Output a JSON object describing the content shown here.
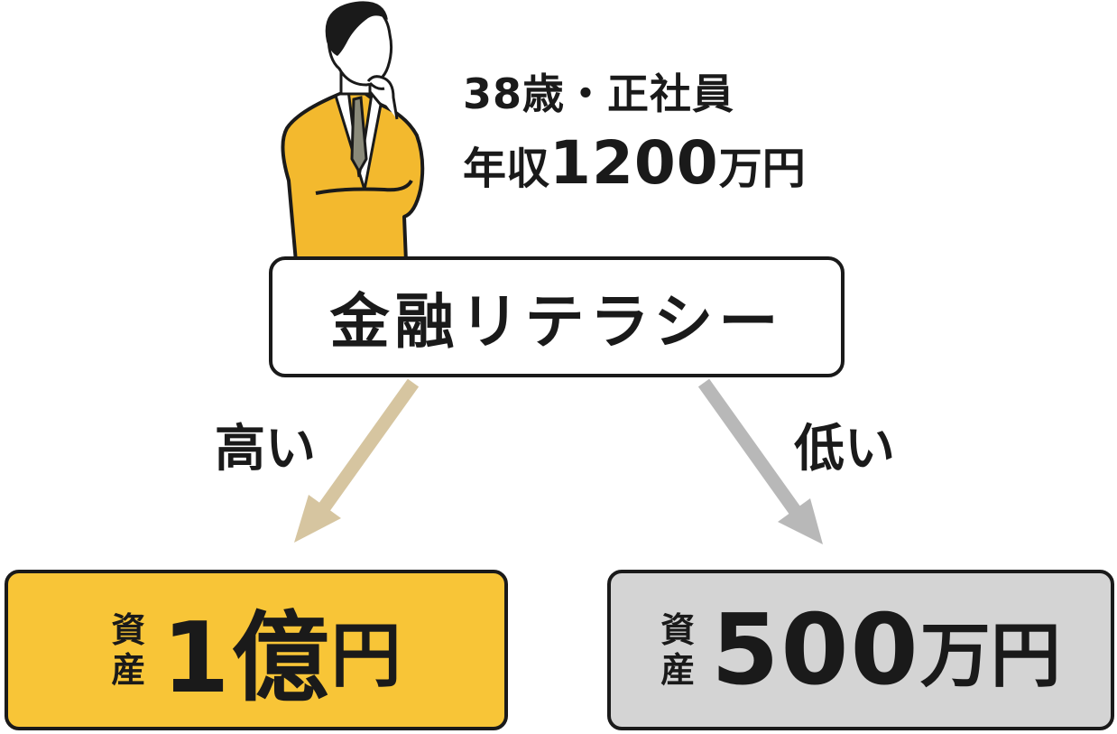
{
  "profile": {
    "age_line": "38歳・正社員",
    "income_prefix": "年収",
    "income_number": "1200",
    "income_suffix": "万円"
  },
  "center_box": {
    "label": "金融リテラシー"
  },
  "branches": {
    "high": {
      "label": "高い",
      "arrow_color": "#d6c5a0"
    },
    "low": {
      "label": "低い",
      "arrow_color": "#b8b8b8"
    }
  },
  "results": {
    "high": {
      "asset_char_1": "資",
      "asset_char_2": "産",
      "amount": "1億",
      "unit": "円",
      "bg_color": "#f8c537"
    },
    "low": {
      "asset_char_1": "資",
      "asset_char_2": "産",
      "amount": "500",
      "unit": "万円",
      "bg_color": "#d4d4d4"
    }
  },
  "icons": {
    "person": "businessman-thinking-icon"
  },
  "colors": {
    "suit": "#f3b92e",
    "outline": "#1a1a1a"
  }
}
